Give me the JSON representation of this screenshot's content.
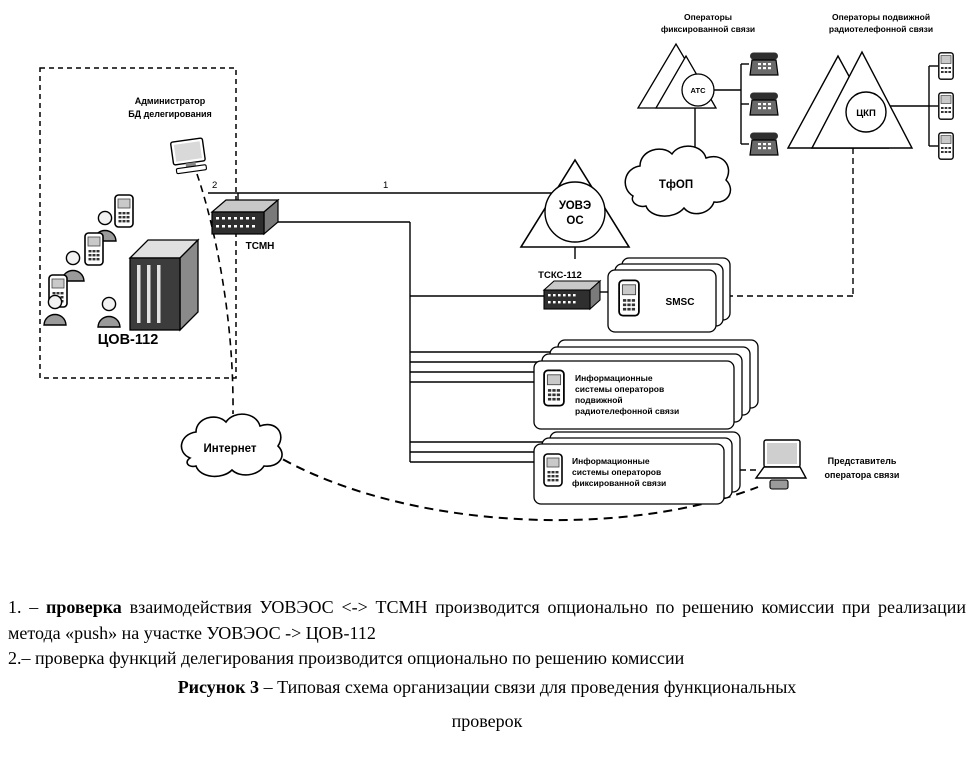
{
  "diagram": {
    "admin": {
      "line1": "Администратор",
      "line2": "БД делегирования"
    },
    "cov": {
      "label": "ЦОВ-112"
    },
    "tsmn": {
      "label": "ТСМН"
    },
    "uove": {
      "line1": "УОВЭ",
      "line2": "ОС"
    },
    "tfop": {
      "label": "ТфОП"
    },
    "fixed_ops": {
      "line1": "Операторы",
      "line2": "фиксированной связи",
      "node": "АТС"
    },
    "mobile_ops": {
      "line1": "Операторы подвижной",
      "line2": "радиотелефонной связи",
      "node": "ЦКП"
    },
    "tsks": {
      "label": "ТСКС-112"
    },
    "smsc": {
      "label": "SMSC"
    },
    "infosys_mobile": {
      "line1": "Информационные",
      "line2": "системы операторов",
      "line3": "подвижной",
      "line4": "радиотелефонной связи"
    },
    "infosys_fixed": {
      "line1": "Информационные",
      "line2": "системы операторов",
      "line3": "фиксированной связи"
    },
    "internet": {
      "label": "Интернет"
    },
    "representative": {
      "line1": "Представитель",
      "line2": "оператора связи"
    },
    "markers": {
      "m1": "1",
      "m2": "2"
    }
  },
  "notes": {
    "note1_prefix": "1. – ",
    "note1_bold": "проверка",
    "note1_rest": " взаимодействия УОВЭОС <-> ТСМН производится опционально по решению комиссии при реализации метода «push» на участке УОВЭОС -> ЦОВ-112",
    "note2": "2.– проверка функций делегирования производится опционально по решению комиссии"
  },
  "caption": {
    "bold": "Рисунок 3",
    "rest": " – Типовая схема организации связи для проведения функциональных",
    "line2": "проверок"
  }
}
